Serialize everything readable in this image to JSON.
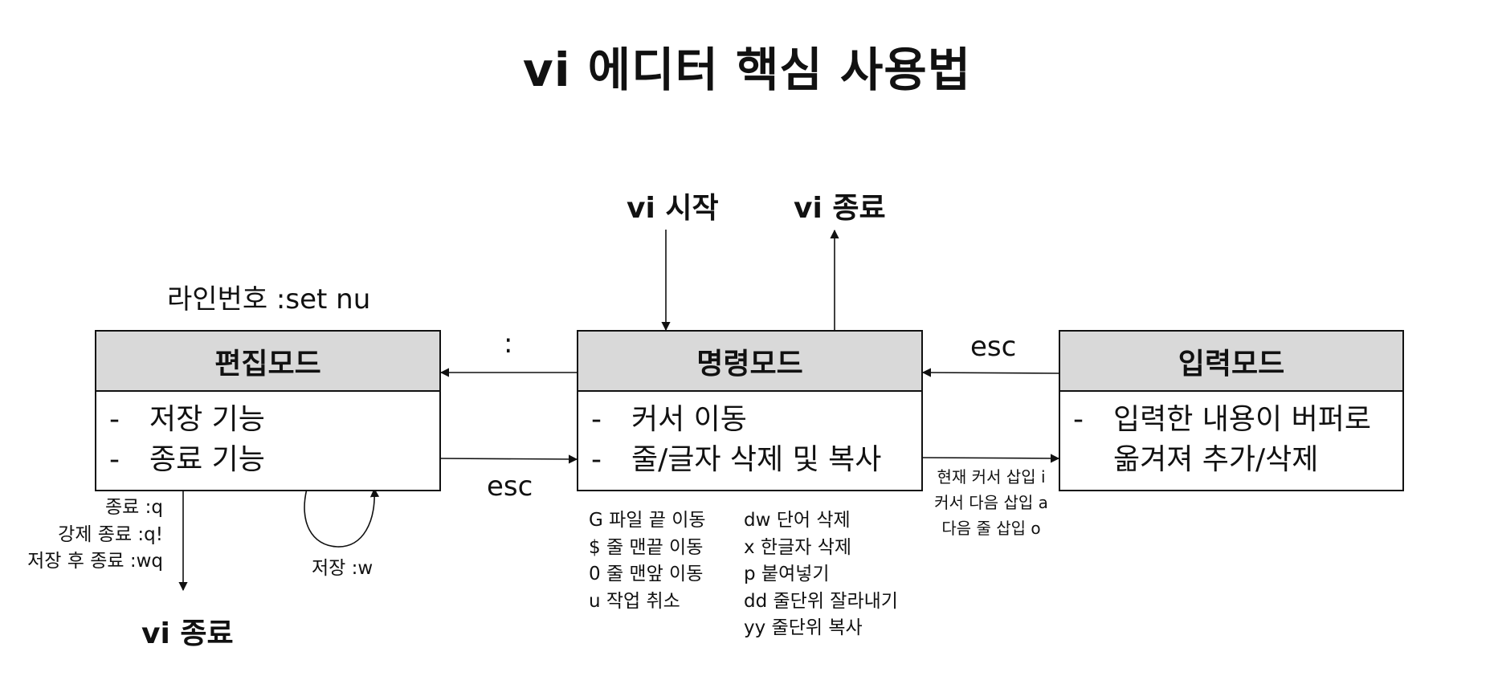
{
  "title": "vi 에디터 핵심 사용법",
  "labels": {
    "vi_start": "vi 시작",
    "vi_exit_top": "vi 종료",
    "vi_exit_bottom": "vi 종료",
    "line_number": "라인번호 :set nu",
    "colon": ":",
    "esc_top": "esc",
    "esc_bottom": "esc",
    "save": "저장 :w"
  },
  "edit_mode": {
    "title": "편집모드",
    "items": [
      "저장 기능",
      "종료 기능"
    ],
    "exit_commands": [
      "종료 :q",
      "강제 종료 :q!",
      "저장 후 종료 :wq"
    ]
  },
  "command_mode": {
    "title": "명령모드",
    "items": [
      "커서 이동",
      "줄/글자 삭제 및 복사"
    ],
    "move_commands": [
      "G 파일 끝 이동",
      "$ 줄 맨끝 이동",
      "0 줄 맨앞 이동",
      "u 작업 취소"
    ],
    "edit_commands": [
      "dw 단어 삭제",
      "x 한글자 삭제",
      "p 붙여넣기",
      "dd 줄단위 잘라내기",
      "yy 줄단위 복사"
    ]
  },
  "input_mode": {
    "title": "입력모드",
    "line1": "입력한 내용이 버퍼로",
    "line2": "옮겨져 추가/삭제",
    "insert_commands": [
      "현재 커서 삽입 i",
      "커서 다음 삽입 a",
      "다음 줄 삽입 o"
    ]
  },
  "dash": "-"
}
